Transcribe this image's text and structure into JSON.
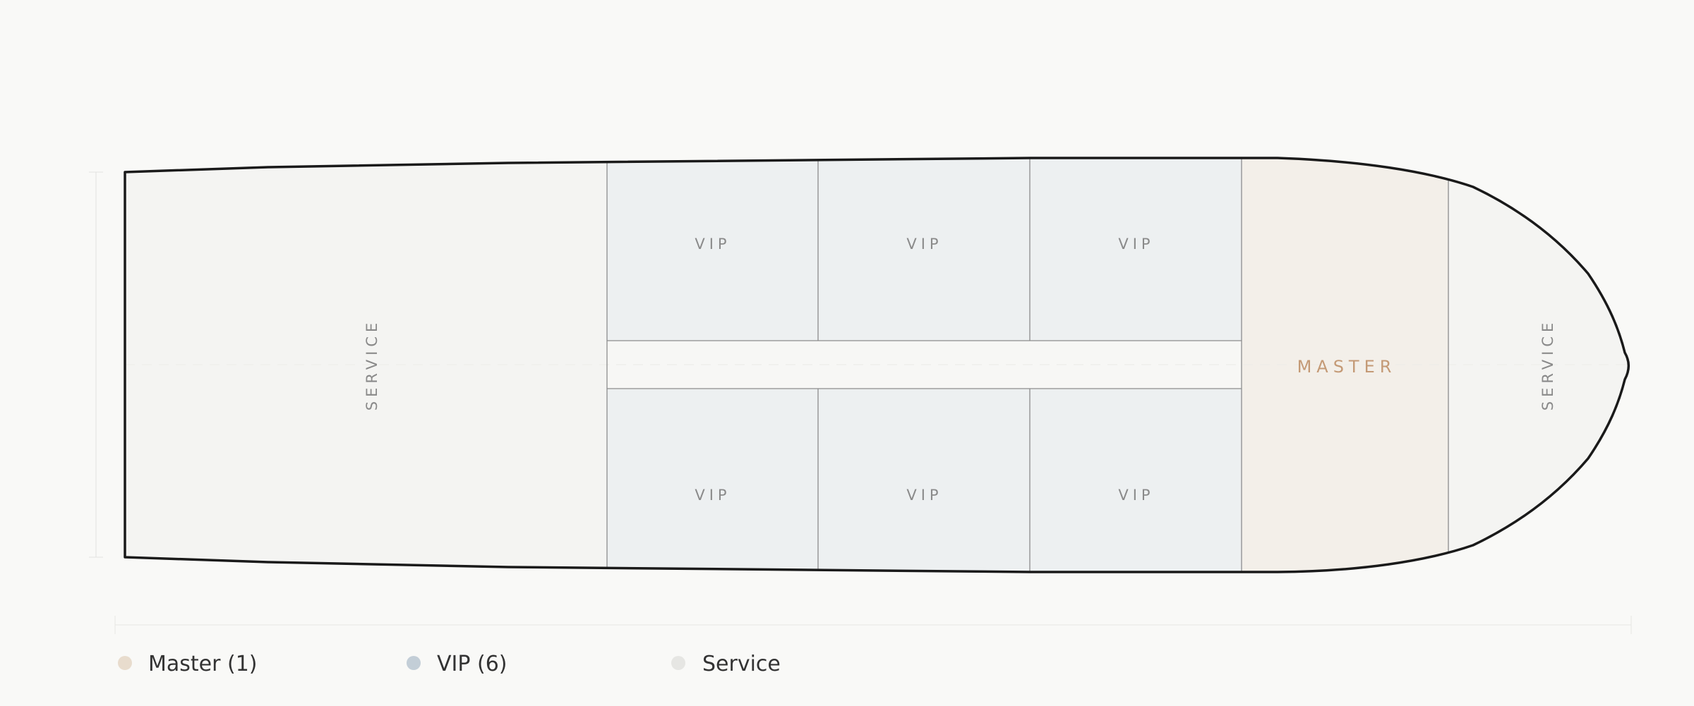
{
  "deck": {
    "cabins": {
      "service_aft": {
        "label": "SERVICE"
      },
      "vip": [
        {
          "label": "VIP"
        },
        {
          "label": "VIP"
        },
        {
          "label": "VIP"
        },
        {
          "label": "VIP"
        },
        {
          "label": "VIP"
        },
        {
          "label": "VIP"
        }
      ],
      "master": {
        "label": "MASTER"
      },
      "service_bow": {
        "label": "SERVICE"
      }
    }
  },
  "legend": [
    {
      "label": "Master (1)",
      "color": "#e8dccd"
    },
    {
      "label": "VIP (6)",
      "color": "#c3ced7"
    },
    {
      "label": "Service",
      "color": "#e6e6e3"
    }
  ],
  "colors": {
    "hull_stroke": "#1a1a1a",
    "service_fill": "#f4f4f2",
    "vip_fill": "#edf0f1",
    "master_fill": "#f3efe9",
    "corridor_fill": "#f7f7f5"
  }
}
